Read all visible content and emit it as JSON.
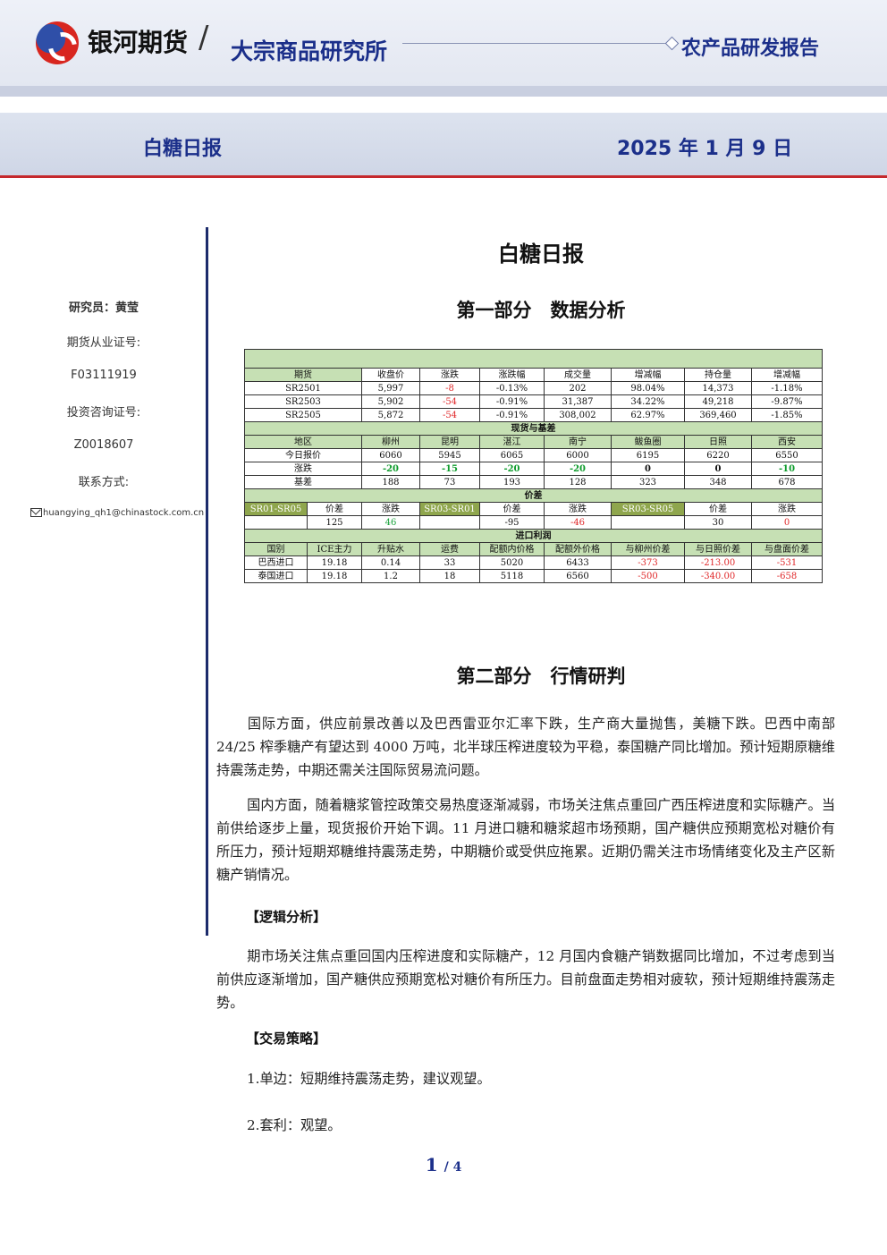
{
  "header": {
    "company": "银河期货",
    "institute": "大宗商品研究所",
    "report_type": "农产品研发报告",
    "report_name": "白糖日报",
    "date": "2025 年 1 月 9 日"
  },
  "sidebar": {
    "researcher": "研究员：黄莹",
    "license_label": "期货从业证号:",
    "license_no": "F03111919",
    "consult_label": "投资咨询证号:",
    "consult_no": "Z0018607",
    "contact_label": "联系方式:",
    "email": "huangying_qh1@chinastock.com.cn"
  },
  "doc_title": "白糖日报",
  "section1_title": "第一部分　数据分析",
  "section2_title": "第二部分　行情研判",
  "table": {
    "futures_header": [
      "期货",
      "收盘价",
      "涨跌",
      "涨跌幅",
      "成交量",
      "增减幅",
      "持仓量",
      "增减幅"
    ],
    "futures_rows": [
      [
        "SR2501",
        "5,997",
        "-8",
        "-0.13%",
        "202",
        "98.04%",
        "14,373",
        "-1.18%"
      ],
      [
        "SR2503",
        "5,902",
        "-54",
        "-0.91%",
        "31,387",
        "34.22%",
        "49,218",
        "-9.87%"
      ],
      [
        "SR2505",
        "5,872",
        "-54",
        "-0.91%",
        "308,002",
        "62.97%",
        "369,460",
        "-1.85%"
      ]
    ],
    "spot_title": "现货与基差",
    "spot_header": [
      "地区",
      "柳州",
      "昆明",
      "湛江",
      "南宁",
      "鲅鱼圈",
      "日照",
      "西安"
    ],
    "spot_price": [
      "今日报价",
      "6060",
      "5945",
      "6065",
      "6000",
      "6195",
      "6220",
      "6550"
    ],
    "spot_change": [
      "涨跌",
      "-20",
      "-15",
      "-20",
      "-20",
      "0",
      "0",
      "-10"
    ],
    "spot_basis": [
      "基差",
      "188",
      "73",
      "193",
      "128",
      "323",
      "348",
      "678"
    ],
    "spread_title": "价差",
    "spread_header": [
      "SR01-SR05",
      "价差",
      "涨跌",
      "SR03-SR01",
      "价差",
      "涨跌",
      "SR03-SR05",
      "价差",
      "涨跌"
    ],
    "spread_values": [
      "",
      "125",
      "46",
      "",
      "-95",
      "-46",
      "",
      "30",
      "0"
    ],
    "import_title": "进口利润",
    "import_header": [
      "国别",
      "ICE主力",
      "升贴水",
      "运费",
      "配额内价格",
      "配额外价格",
      "与柳州价差",
      "与日照价差",
      "与盘面价差"
    ],
    "import_rows": [
      [
        "巴西进口",
        "19.18",
        "0.14",
        "33",
        "5020",
        "6433",
        "-373",
        "-213.00",
        "-531"
      ],
      [
        "泰国进口",
        "19.18",
        "1.2",
        "18",
        "5118",
        "6560",
        "-500",
        "-340.00",
        "-658"
      ]
    ]
  },
  "paragraphs": {
    "international": "国际方面，供应前景改善以及巴西雷亚尔汇率下跌，生产商大量抛售，美糖下跌。巴西中南部 24/25 榨季糖产有望达到 4000 万吨，北半球压榨进度较为平稳，泰国糖产同比增加。预计短期原糖维持震荡走势，中期还需关注国际贸易流问题。",
    "domestic": "国内方面，随着糖浆管控政策交易热度逐渐减弱，市场关注焦点重回广西压榨进度和实际糖产。当前供给逐步上量，现货报价开始下调。11 月进口糖和糖浆超市场预期，国产糖供应预期宽松对糖价有所压力，预计短期郑糖维持震荡走势，中期糖价或受供应拖累。近期仍需关注市场情绪变化及主产区新糖产销情况。",
    "logic_title": "【逻辑分析】",
    "logic": "期市场关注焦点重回国内压榨进度和实际糖产，12 月国内食糖产销数据同比增加，不过考虑到当前供应逐渐增加，国产糖供应预期宽松对糖价有所压力。目前盘面走势相对疲软，预计短期维持震荡走势。",
    "strategy_title": "【交易策略】",
    "strategy_1": "1.单边：短期维持震荡走势，建议观望。",
    "strategy_2": "2.套利：观望。"
  },
  "page": {
    "current": "1",
    "total": "/ 4"
  },
  "colors": {
    "accent_red": "#c5282c",
    "navy": "#1b2f8a",
    "table_green": "#c6e0b4",
    "up_green": "#1aa33c",
    "down_red": "#e0282a"
  }
}
